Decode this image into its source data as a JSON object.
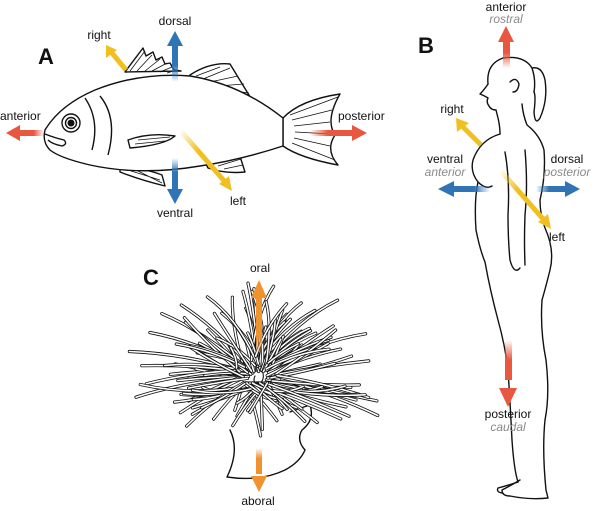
{
  "colors": {
    "red": "#e8573f",
    "blue": "#2f74b5",
    "yellow": "#f0c020",
    "orange": "#f0922e",
    "outline": "#111111",
    "subtitle": "#8a8a8a"
  },
  "panels": {
    "A": {
      "label": "A",
      "subject": "fish",
      "labels": {
        "dorsal": "dorsal",
        "right": "right",
        "anterior": "anterior",
        "posterior": "posterior",
        "ventral": "ventral",
        "left": "left"
      }
    },
    "B": {
      "label": "B",
      "subject": "human",
      "labels": {
        "anterior": "anterior",
        "anterior_sub": "rostral",
        "right": "right",
        "ventral": "ventral",
        "ventral_sub": "anterior",
        "dorsal": "dorsal",
        "dorsal_sub": "posterior",
        "left": "left",
        "posterior": "posterior",
        "posterior_sub": "caudal"
      }
    },
    "C": {
      "label": "C",
      "subject": "sea anemone",
      "labels": {
        "oral": "oral",
        "aboral": "aboral"
      }
    }
  }
}
